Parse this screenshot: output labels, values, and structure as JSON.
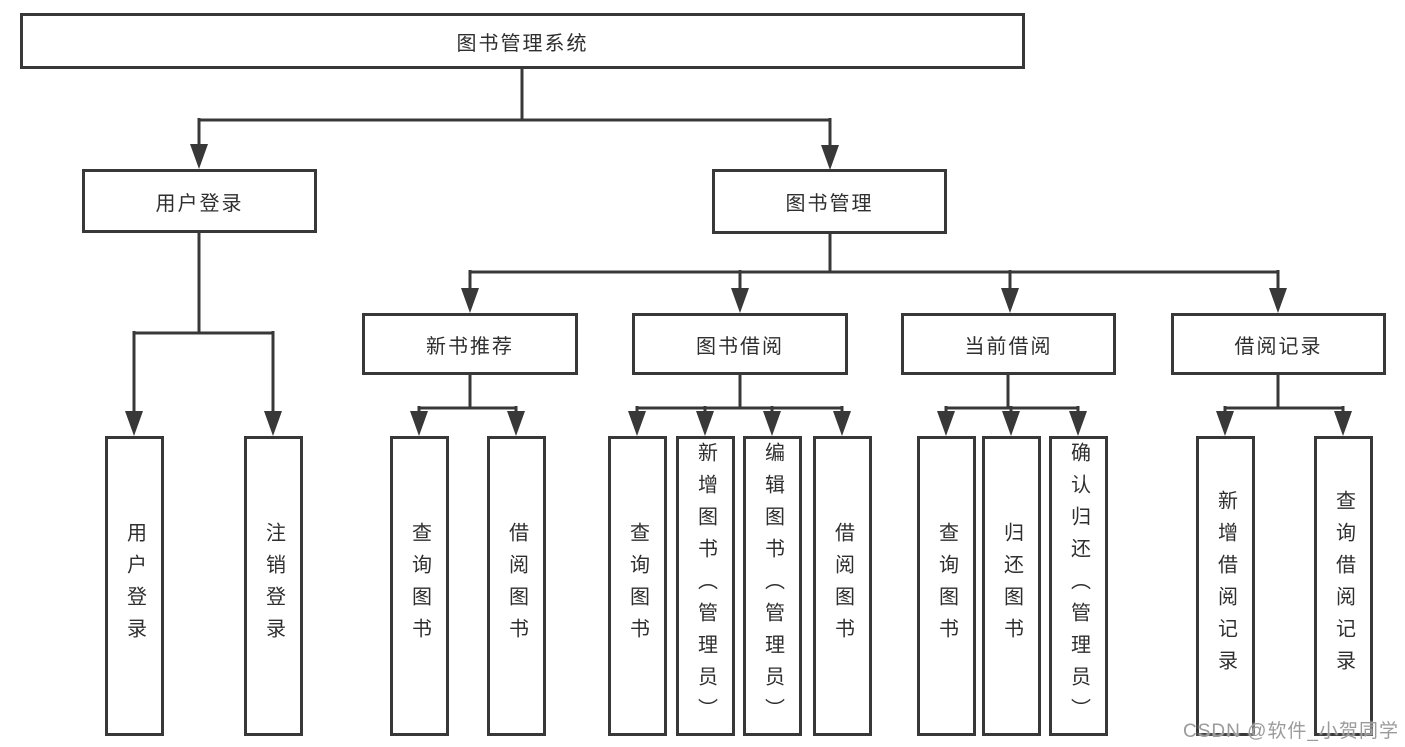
{
  "tree": {
    "label": "图书管理系统",
    "children": [
      {
        "label": "用户登录",
        "children": [
          {
            "label": "用户登录"
          },
          {
            "label": "注销登录"
          }
        ]
      },
      {
        "label": "图书管理",
        "children": [
          {
            "label": "新书推荐",
            "children": [
              {
                "label": "查询图书"
              },
              {
                "label": "借阅图书"
              }
            ]
          },
          {
            "label": "图书借阅",
            "children": [
              {
                "label": "查询图书"
              },
              {
                "label": "新增图书（管理员）"
              },
              {
                "label": "编辑图书（管理员）"
              },
              {
                "label": "借阅图书"
              }
            ]
          },
          {
            "label": "当前借阅",
            "children": [
              {
                "label": "查询图书"
              },
              {
                "label": "归还图书"
              },
              {
                "label": "确认归还（管理员）"
              }
            ]
          },
          {
            "label": "借阅记录",
            "children": [
              {
                "label": "新增借阅记录"
              },
              {
                "label": "查询借阅记录"
              }
            ]
          }
        ]
      }
    ]
  },
  "watermark": {
    "text": "CSDN @软件_小贺同学"
  },
  "colors": {
    "line": "#383838",
    "box_border": "#383838",
    "text": "#2f2f2f",
    "background": "#ffffff",
    "watermark": "#9b9b9b"
  }
}
